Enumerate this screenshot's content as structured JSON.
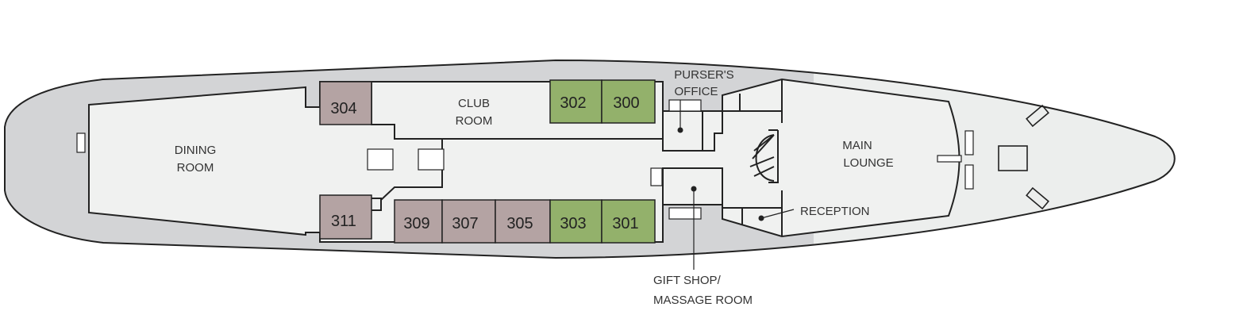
{
  "deck": {
    "colors": {
      "hull_gray": "#d3d4d6",
      "interior": "#f0f1f0",
      "bow_deck": "#eceeed",
      "cabin_mauve": "#b4a3a3",
      "cabin_green": "#93b16b",
      "line": "#222222"
    },
    "rooms": {
      "dining": [
        "DINING",
        "ROOM"
      ],
      "club": [
        "CLUB",
        "ROOM"
      ],
      "pursers": [
        "PURSER'S",
        "OFFICE"
      ],
      "lounge": [
        "MAIN",
        "LOUNGE"
      ],
      "reception": "RECEPTION",
      "gift": [
        "GIFT SHOP/",
        "MASSAGE ROOM"
      ]
    },
    "cabins": [
      {
        "number": "304",
        "category": "mauve"
      },
      {
        "number": "302",
        "category": "green"
      },
      {
        "number": "300",
        "category": "green"
      },
      {
        "number": "311",
        "category": "mauve"
      },
      {
        "number": "309",
        "category": "mauve"
      },
      {
        "number": "307",
        "category": "mauve"
      },
      {
        "number": "305",
        "category": "mauve"
      },
      {
        "number": "303",
        "category": "green"
      },
      {
        "number": "301",
        "category": "green"
      }
    ]
  }
}
